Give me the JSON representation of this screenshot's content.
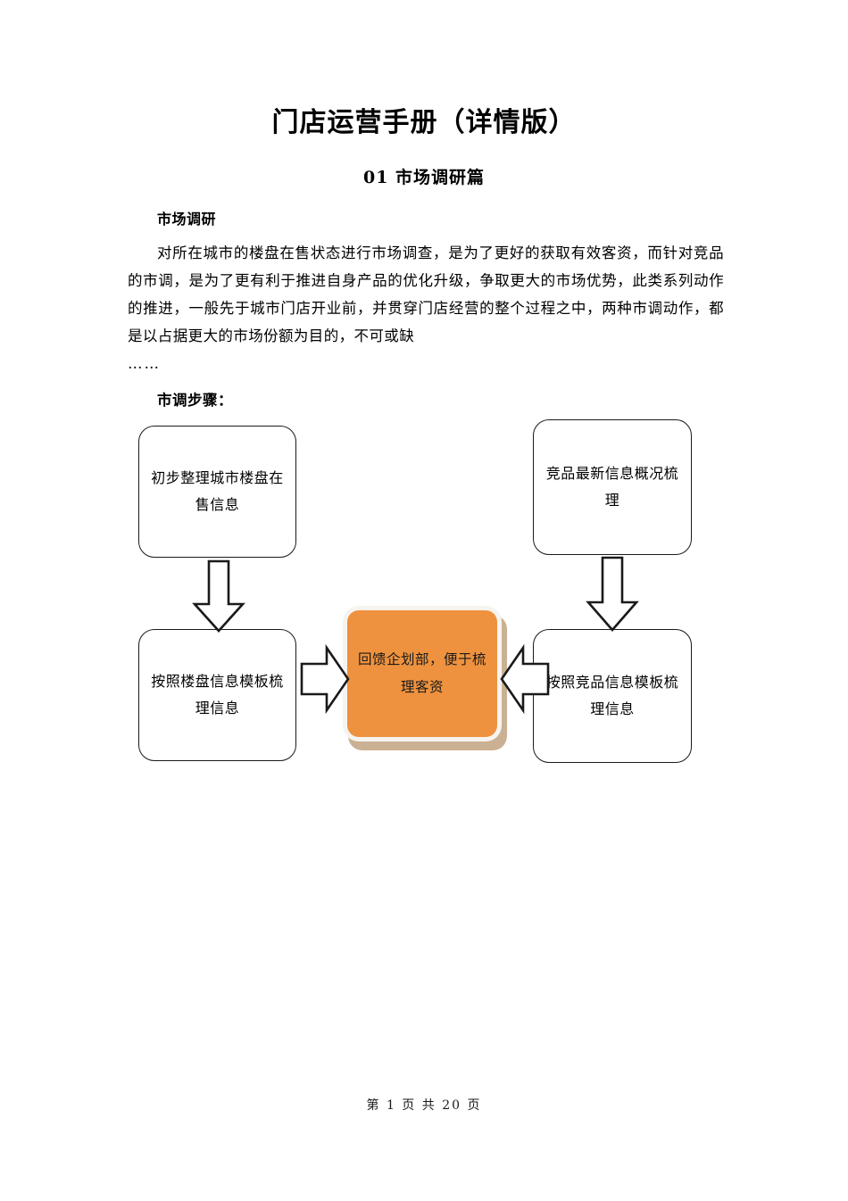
{
  "document": {
    "title": "门店运营手册（详情版）",
    "subtitle": "01 市场调研篇",
    "section_heading": "市场调研",
    "body_paragraph": "对所在城市的楼盘在售状态进行市场调查，是为了更好的获取有效客资，而针对竞品的市调，是为了更有利于推进自身产品的优化升级，争取更大的市场优势，此类系列动作的推进，一般先于城市门店开业前，并贯穿门店经营的整个过程之中，两种市调动作，都是以占据更大的市场份额为目的，不可或缺",
    "ellipsis": "……",
    "steps_heading": "市调步骤：",
    "footer": "第 1 页 共 20 页"
  },
  "diagram": {
    "boxes": {
      "top_left": "初步整理城市楼盘在售信息",
      "top_right": "竞品最新信息概况梳理",
      "bottom_left": "按照楼盘信息模板梳理信息",
      "bottom_right": "按照竞品信息模板梳理信息",
      "center": "回馈企划部，便于梳理客资"
    },
    "arrows": [
      {
        "name": "arrow-down-left",
        "direction": "down"
      },
      {
        "name": "arrow-down-right",
        "direction": "down"
      },
      {
        "name": "arrow-right-mid",
        "direction": "right"
      },
      {
        "name": "arrow-left-mid",
        "direction": "left"
      }
    ],
    "colors": {
      "center_fill": "#ee923f",
      "center_rim": "#f7f4f0",
      "center_shadow": "#cbb193",
      "box_border": "#1a1a1a",
      "box_fill": "#ffffff"
    }
  }
}
